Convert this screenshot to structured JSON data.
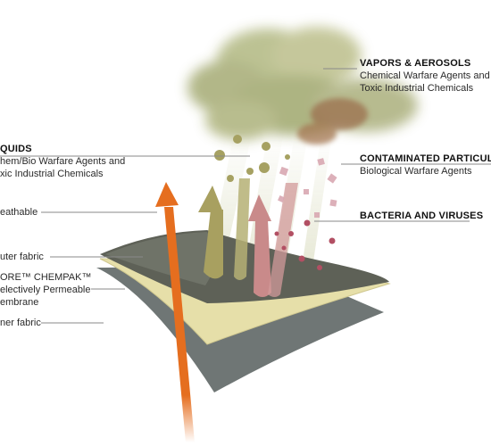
{
  "labels": {
    "vapors": {
      "title": "VAPORS & AEROSOLS",
      "lines": [
        "Chemical Warfare Agents and",
        "Toxic Industrial Chemicals"
      ]
    },
    "liquids": {
      "title": "QUIDS",
      "lines": [
        "hem/Bio Warfare Agents and",
        "xic Industrial Chemicals"
      ]
    },
    "particulates": {
      "title": "CONTAMINATED PARTICULATE",
      "lines": [
        "Biological Warfare Agents"
      ]
    },
    "bacteria": {
      "title": "BACTERIA AND VIRUSES"
    },
    "breathable": {
      "text": "eathable"
    },
    "outer": {
      "text": "uter fabric"
    },
    "membrane": {
      "lines": [
        "ORE™ CHEMPAK™",
        "electively Permeable",
        "embrane"
      ]
    },
    "inner": {
      "text": "ner fabric"
    }
  },
  "colors": {
    "cloud": "#b7bd8a",
    "cloud_dark": "#9a9a6a",
    "rust": "#a0704a",
    "arrow_orange": "#e56e1f",
    "arrow_olive": "#a8a060",
    "arrow_pink": "#c98a8a",
    "outer_fabric": "#62655a",
    "membrane": "#e6dfa9",
    "inner_fabric": "#6f7675",
    "droplet": "#a6a162",
    "particle": "#d9a8b2",
    "virus": "#b24f63"
  },
  "icons": [
    "cloud-icon",
    "droplet-icon",
    "particle-icon",
    "virus-icon",
    "arrow-up-icon"
  ]
}
